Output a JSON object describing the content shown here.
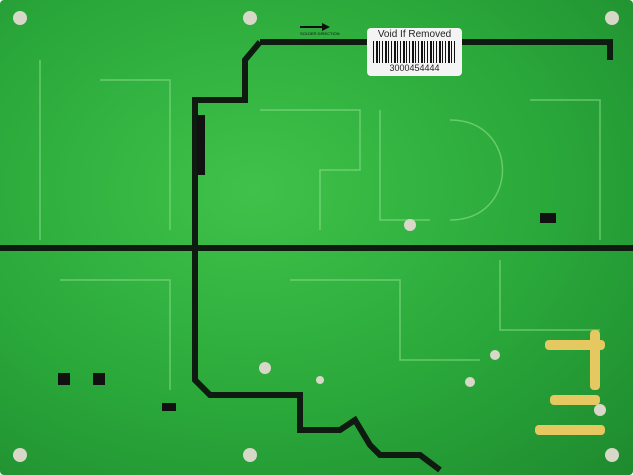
{
  "sticker": {
    "title": "Void If Removed",
    "serial": "3000454444"
  },
  "arrow_label": "SOLDER DIRECTION",
  "colors": {
    "board": "#2aa83a",
    "trace": "#101a10",
    "sticker": "#f4f4f4"
  }
}
